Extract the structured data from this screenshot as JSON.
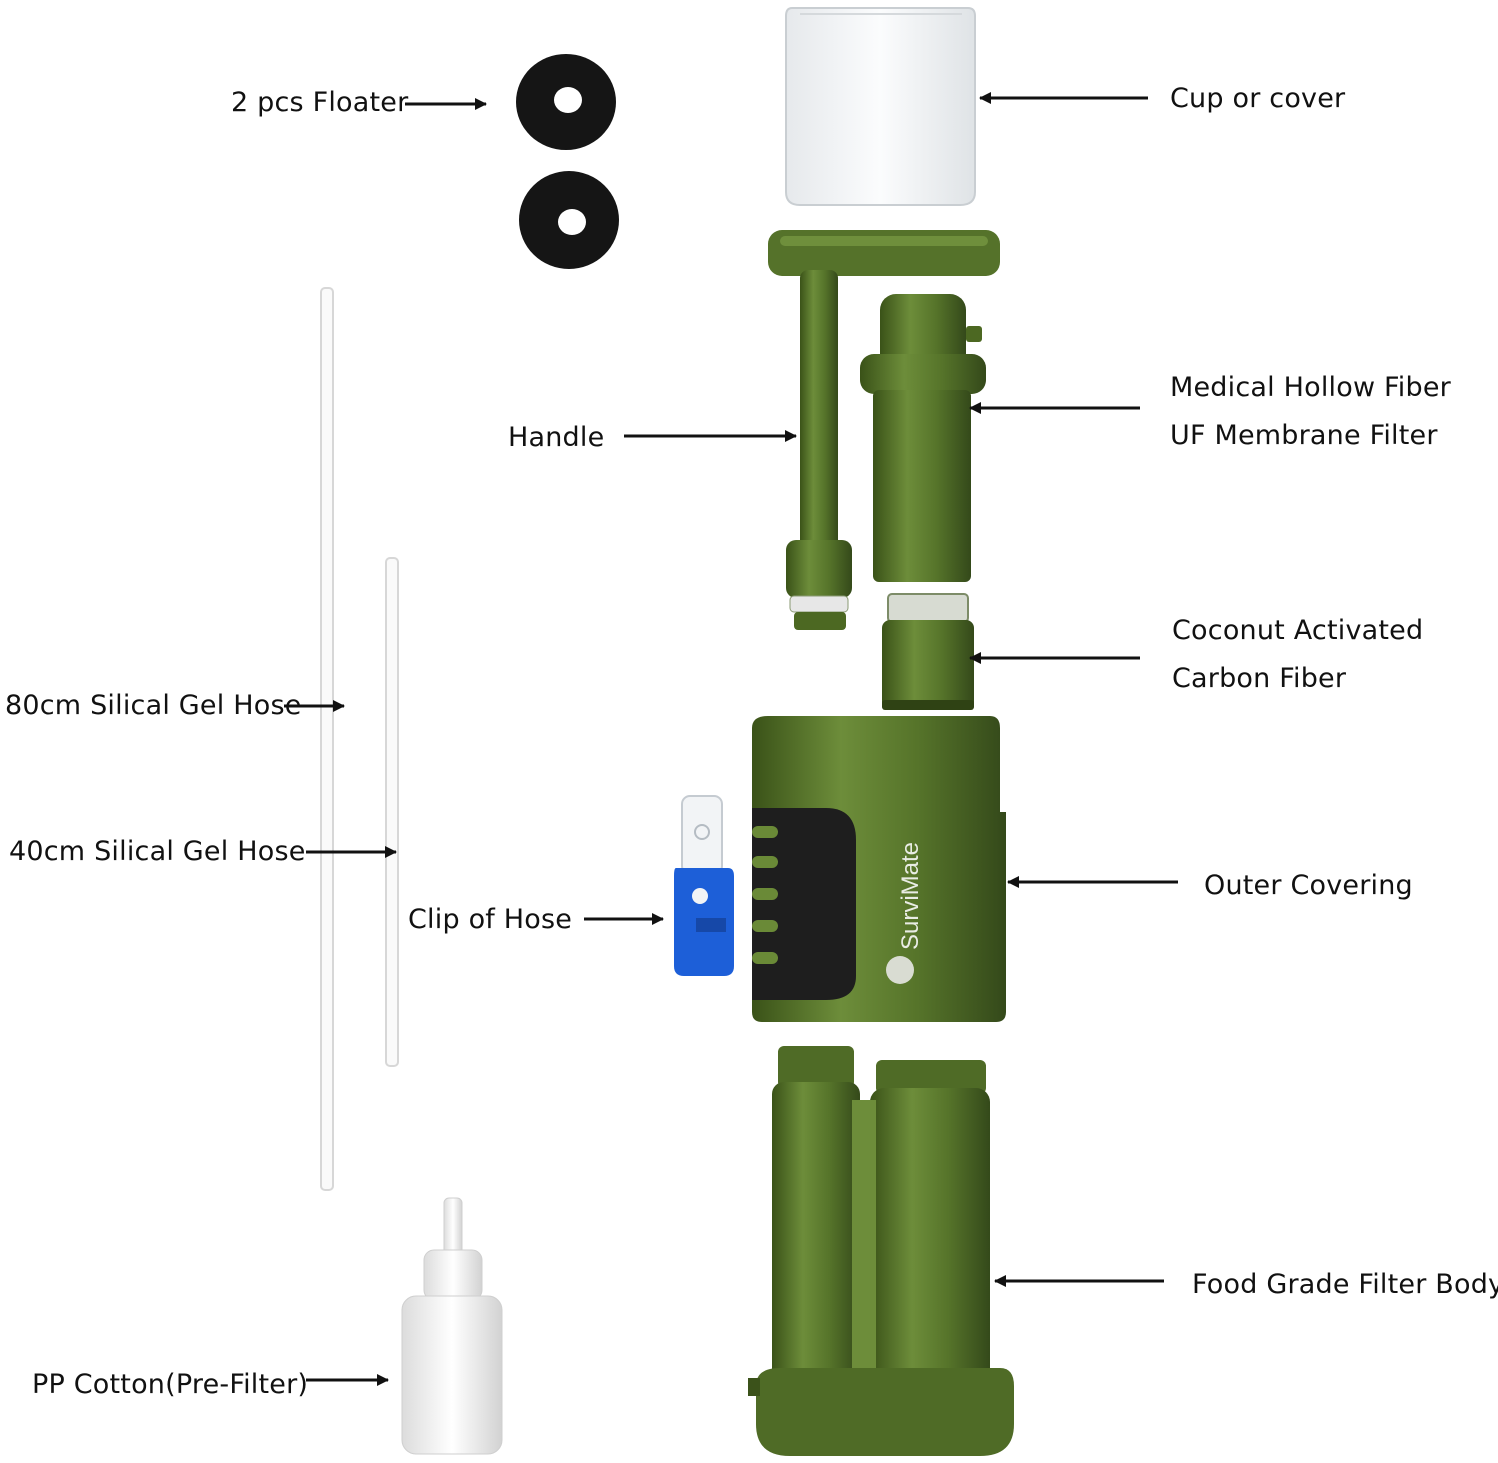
{
  "labels": {
    "floater": "2 pcs Floater",
    "cup": "Cup or cover",
    "handle": "Handle",
    "membrane_line1": "Medical Hollow Fiber",
    "membrane_line2": "UF Membrane Filter",
    "carbon_line1": "Coconut Activated",
    "carbon_line2": "Carbon Fiber",
    "hose80": "80cm Silical Gel Hose",
    "hose40": "40cm Silical Gel Hose",
    "clip": "Clip of Hose",
    "outer": "Outer Covering",
    "body": "Food Grade Filter Body",
    "prefilter": "PP Cotton(Pre-Filter)"
  },
  "brand": "SurviMate",
  "colors": {
    "green": "#4f6b26",
    "green_dark": "#3b521a",
    "green_light": "#6a8a37",
    "clip_blue": "#1d5fd8",
    "floater_black": "#151515"
  }
}
